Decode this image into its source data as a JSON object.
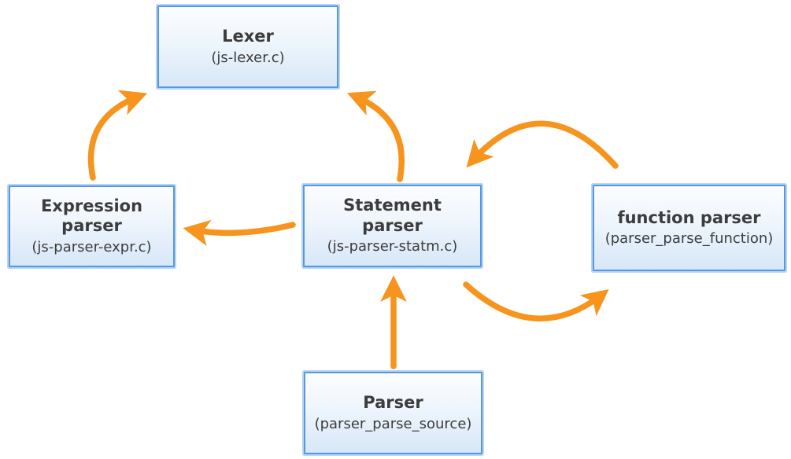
{
  "diagram": {
    "description": "Parser module call-flow diagram",
    "colors": {
      "background": "#ffffff",
      "arrow": "#f7941d",
      "box_border": "#5598e2",
      "box_fill_top": "#fcfdff",
      "box_fill_bottom": "#d7e7f8",
      "text": "#3c3c3c"
    },
    "nodes": [
      {
        "id": "lexer",
        "title": "Lexer",
        "subtitle": "(js-lexer.c)"
      },
      {
        "id": "expression-parser",
        "title": "Expression parser",
        "subtitle": "(js-parser-expr.c)"
      },
      {
        "id": "statement-parser",
        "title": "Statement parser",
        "subtitle": "(js-parser-statm.c)"
      },
      {
        "id": "function-parser",
        "title": "function parser",
        "subtitle": "(parser_parse_function)"
      },
      {
        "id": "parser",
        "title": "Parser",
        "subtitle": "(parser_parse_source)"
      }
    ],
    "edges": [
      {
        "from": "expression-parser",
        "to": "lexer"
      },
      {
        "from": "statement-parser",
        "to": "lexer"
      },
      {
        "from": "statement-parser",
        "to": "expression-parser"
      },
      {
        "from": "function-parser",
        "to": "statement-parser"
      },
      {
        "from": "statement-parser",
        "to": "function-parser"
      },
      {
        "from": "parser",
        "to": "statement-parser"
      }
    ]
  }
}
